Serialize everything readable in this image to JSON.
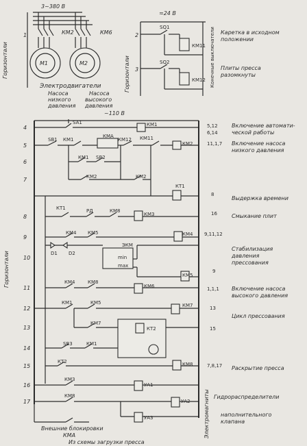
{
  "top": {
    "power_label": "3~380 В",
    "motor_section_side": "Горизонтали",
    "line1_num": "1",
    "km2": "КМ2",
    "km6": "КМ6",
    "m1": "М1",
    "m2": "М2",
    "motors_title": "Электродвигатели",
    "motor1_desc": [
      "Насоса",
      "низкого",
      "давления"
    ],
    "motor2_desc": [
      "Насоса",
      "высокого",
      "давления"
    ]
  },
  "dc24": {
    "label": "≂24 В",
    "side": "Горизонтали",
    "side2": "Конечные выключатели",
    "rows": [
      {
        "num": "2",
        "switch": "SQ1",
        "relay": "КМ11",
        "desc": [
          "Каретка в исходном",
          "положении"
        ]
      },
      {
        "num": "3",
        "switch": "SQ2",
        "relay": "КМ12",
        "desc": [
          "Плиты пресса",
          "разомкнуты"
        ]
      }
    ]
  },
  "main": {
    "voltage": "~110 В",
    "side_left": "Горизонтали",
    "side_right": "Электромагниты",
    "row_numbers": [
      "4",
      "5",
      "6",
      "7",
      "8",
      "9",
      "10",
      "11",
      "12",
      "13",
      "14",
      "15",
      "16",
      "17"
    ],
    "contacts": {
      "sa1": "SA1",
      "sb1": "SB1",
      "km1a": "КМ1",
      "kma": "КМА",
      "km12": "КМ12",
      "km11": "КМ11",
      "km1b": "КМ1",
      "sb2": "SB2",
      "km2b": "КМ2",
      "km2c": "КМ2",
      "kt1": "КТ1",
      "rd": "РД",
      "km8": "КМ8",
      "km4": "КМ4",
      "km5": "КМ5",
      "d1": "D1",
      "d2": "D2",
      "ekm": "ЭКМ",
      "min": "min",
      "max": "max",
      "km4b": "КМ4",
      "km8b": "КМ8",
      "km1c": "КМ1",
      "km5b": "КМ5",
      "km7": "КМ7",
      "kt2": "КТ2",
      "sb3": "SB3",
      "km1d": "КМ1",
      "kt2b": "КТ2",
      "km3": "КМ3",
      "km8c": "КМ8",
      "ext_block": "Внешние блокировки",
      "kma2": "КМА",
      "from_scheme": "Из схемы загрузки пресса"
    },
    "coils": {
      "km1": "КМ1",
      "km2": "КМ2",
      "kt1": "КТ1",
      "km3": "КМ3",
      "km4": "КМ4",
      "km5": "КМ5",
      "km6": "КМ6",
      "km7": "КМ7",
      "kt2": "КТ2",
      "km8": "КМ8",
      "ya1": "УА1",
      "ya2": "УА2",
      "ya3": "УА3"
    },
    "refs": {
      "r4": "5,12",
      "r4b": "6,14",
      "r5": "11,1,7",
      "r7": "8",
      "r8": "16",
      "r9": "9,11,12",
      "r10": "9",
      "r11": "1,1,1",
      "r12": "13",
      "r13": "15",
      "r15": "7,8,17"
    },
    "descriptions": {
      "d4": [
        "Включение автомати-",
        "ческой работы"
      ],
      "d5": [
        "Включение насоса",
        "низкого давления"
      ],
      "d7": [
        "Выдержка времени"
      ],
      "d8": [
        "Смыкание плит"
      ],
      "d10": [
        "Стабилизация",
        "давления",
        "прессования"
      ],
      "d11": [
        "Включение насоса",
        "высокого давления"
      ],
      "d12": [
        "Цикл прессования"
      ],
      "d15": [
        "Раскрытие пресса"
      ],
      "d16": [
        "Гидрораспределители"
      ],
      "d17": [
        "наполнительного",
        "клапана"
      ]
    }
  }
}
